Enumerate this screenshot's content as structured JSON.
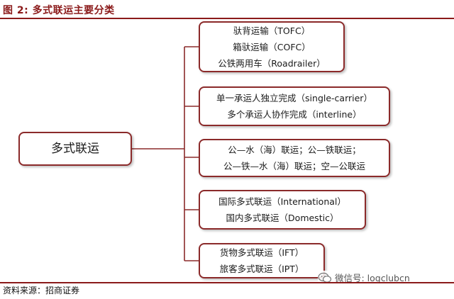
{
  "title": "图 2:  多式联运主要分类",
  "source": "资料来源：招商证券",
  "watermark": "微信号: logclubcn",
  "diagram": {
    "root": "多式联运",
    "groups": [
      {
        "lines": [
          "驮背运输（TOFC）",
          "箱驮运输（COFC）",
          "公铁两用车（Roadrailer）"
        ]
      },
      {
        "lines": [
          "单一承运人独立完成（single-carrier）",
          "多个承运人协作完成（interline）"
        ]
      },
      {
        "lines": [
          "公—水（海）联运；公—铁联运；",
          "公—铁—水（海）联运；空—公联运"
        ]
      },
      {
        "lines": [
          "国际多式联运（International）",
          "国内多式联运（Domestic）"
        ]
      },
      {
        "lines": [
          "货物多式联运（IFT）",
          "旅客多式联运（IPT）"
        ]
      }
    ]
  },
  "colors": {
    "accent": "#8b1a1a",
    "border": "#8b2a2a"
  }
}
